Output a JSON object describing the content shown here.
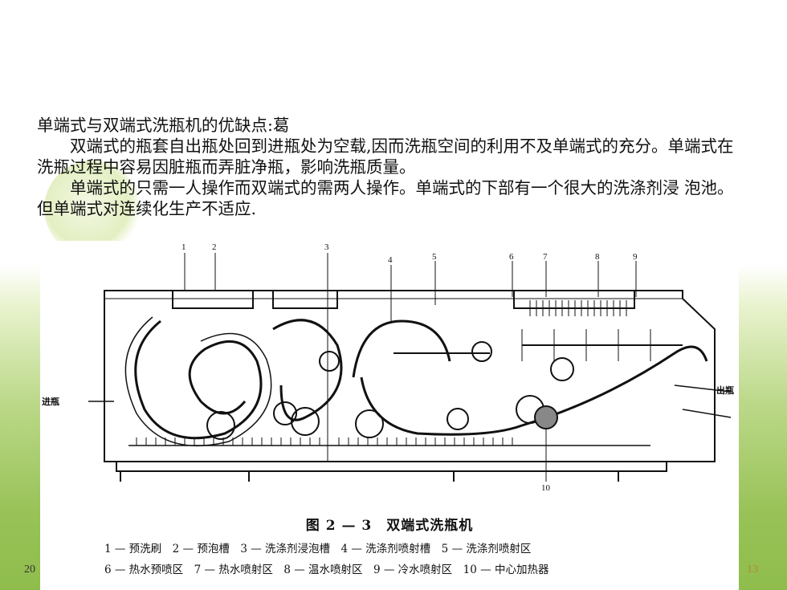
{
  "slide": {
    "heading": "单端式与双端式洗瓶机的优缺点:葛",
    "paragraph1": "双端式的瓶套自出瓶处回到进瓶处为空载,因而洗瓶空间的利用不及单端式的充分。单端式在洗瓶过程中容易因脏瓶而弄脏净瓶，影响洗瓶质量。",
    "paragraph2": "单端式的只需一人操作而双端式的需两人操作。单端式的下部有一个很大的洗涤剂浸 泡池。但单端式对连续化生产不适应.",
    "footer_left": "20",
    "page_number": "13"
  },
  "figure": {
    "caption": "图 2 — 3　双端式洗瓶机",
    "legend_line1": "1 — 预洗刷　2 — 预泡槽　3 — 洗涤剂浸泡槽　4 — 洗涤剂喷射槽　5 — 洗涤剂喷射区",
    "legend_line2": "6 — 热水预喷区　7 — 热水喷射区　8 — 温水喷射区　9 — 冷水喷射区　10 — 中心加热器",
    "inlet_label": "进瓶",
    "outlet_label": "出瓶",
    "callouts": [
      "1",
      "2",
      "3",
      "4",
      "5",
      "6",
      "7",
      "8",
      "9",
      "10"
    ]
  }
}
